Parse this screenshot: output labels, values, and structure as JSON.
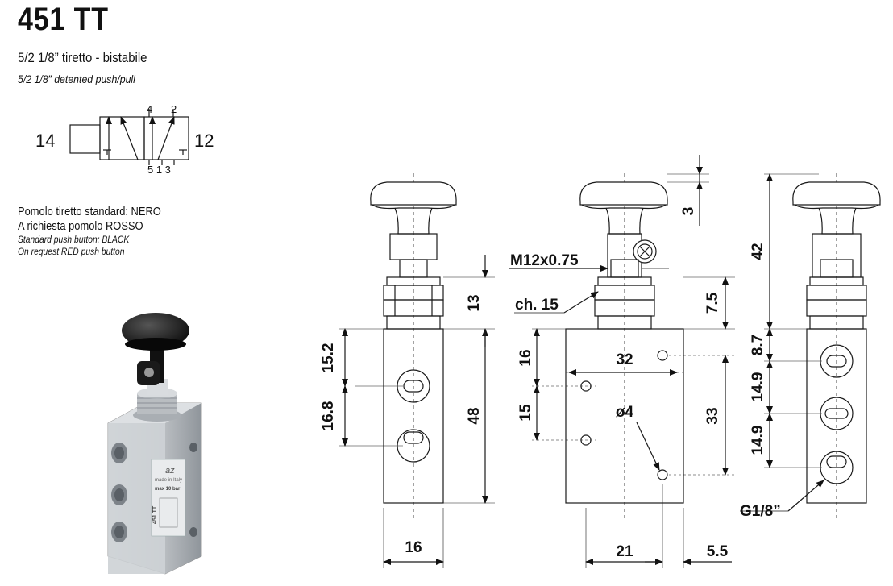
{
  "header": {
    "title": "451 TT",
    "subtitle_it": "5/2 1/8” tiretto - bistabile",
    "subtitle_en": "5/2 1/8” detented push/pull"
  },
  "symbol": {
    "port_left": "14",
    "port_right": "12",
    "port_4": "4",
    "port_2": "2",
    "port_bottom": "5 1 3"
  },
  "notes": {
    "it_line1": "Pomolo tiretto standard: NERO",
    "it_line2": "A richiesta pomolo ROSSO",
    "en_line1": "Standard push button: BLACK",
    "en_line2": "On request RED push button"
  },
  "photo": {
    "brand": "az",
    "made_in": "made in Italy",
    "max_pressure": "max 10 bar",
    "model": "451 TT"
  },
  "dimensions": {
    "front_width": "16",
    "front_upper": "15.2",
    "front_lower": "16.8",
    "front_height": "48",
    "front_nut": "13",
    "thread": "M12x0.75",
    "wrench": "ch. 15",
    "knob_travel": "3",
    "body_offset": "7.5",
    "mount_top": "16",
    "mount_spacing": "15",
    "mount_width": "32",
    "mount_height": "33",
    "hole_dia": "ø4",
    "bottom_21": "21",
    "bottom_55": "5.5",
    "side_42": "42",
    "side_87": "8.7",
    "side_149a": "14.9",
    "side_149b": "14.9",
    "port_thread": "G1/8”"
  },
  "colors": {
    "line": "#1a1a1a",
    "knob_fill": "#dddddd",
    "body_metal": "#c9cccf",
    "knob_black": "#1c1c1c"
  }
}
